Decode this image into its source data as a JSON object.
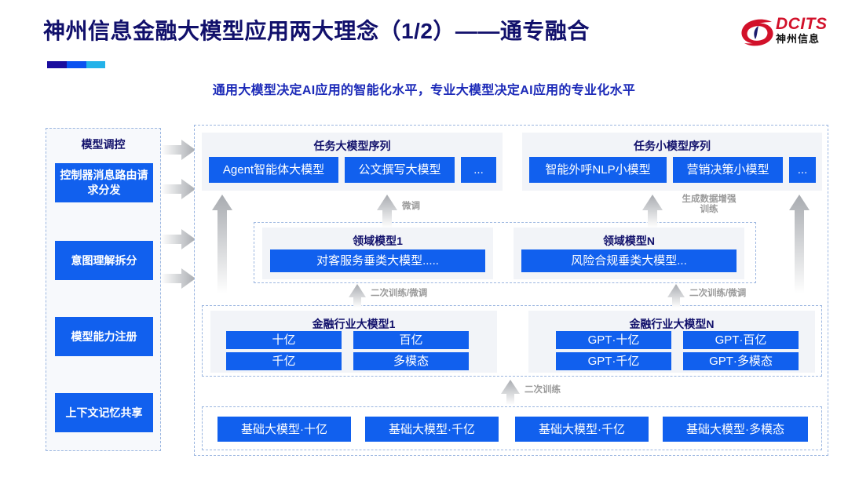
{
  "header": {
    "title": "神州信息金融大模型应用两大理念（1/2）——通专融合",
    "subtitle": "通用大模型决定AI应用的智能化水平，专业大模型决定AI应用的专业化水平",
    "accent_colors": [
      "#1a0d9e",
      "#0a52f0",
      "#23b2e9"
    ]
  },
  "logo": {
    "en": "DCITS",
    "cn": "神州信息",
    "brand_color": "#d2112a"
  },
  "sidebar": {
    "title": "模型调控",
    "items": [
      {
        "label": "控制器消息路由请求分发"
      },
      {
        "label": "意图理解拆分"
      },
      {
        "label": "模型能力注册"
      },
      {
        "label": "上下文记忆共享"
      }
    ]
  },
  "flow_arrows": {
    "sidebar_to_main_count": 4
  },
  "task_groups": [
    {
      "title": "任务大模型序列",
      "chips": [
        "Agent智能体大模型",
        "公文撰写大模型",
        "..."
      ]
    },
    {
      "title": "任务小模型序列",
      "chips": [
        "智能外呼NLP小模型",
        "营销决策小模型",
        "..."
      ]
    }
  ],
  "domain_groups": [
    {
      "title": "领域模型1",
      "chips": [
        "对客服务垂类大模型....."
      ]
    },
    {
      "title": "领域模型N",
      "chips": [
        "风险合规垂类大模型..."
      ]
    }
  ],
  "industry_groups": [
    {
      "title": "金融行业大模型1",
      "chips": [
        "十亿",
        "百亿",
        "千亿",
        "多模态"
      ]
    },
    {
      "title": "金融行业大模型N",
      "chips": [
        "GPT·十亿",
        "GPT·百亿",
        "GPT·千亿",
        "GPT·多模态"
      ]
    }
  ],
  "base_models": {
    "chips": [
      "基础大模型·十亿",
      "基础大模型·千亿",
      "基础大模型·千亿",
      "基础大模型·多模态"
    ]
  },
  "arrow_labels": {
    "fine_tune": "微调",
    "gen_data_aug": "生成数据增强\n训练",
    "gen_data_aug_line1": "生成数据增强",
    "gen_data_aug_line2": "训练",
    "retrain_finetune_left": "二次训练/微调",
    "retrain_finetune_right": "二次训练/微调",
    "retrain": "二次训练"
  },
  "colors": {
    "chip_blue": "#1160ee",
    "title_navy": "#11106b",
    "subtitle_blue": "#1c2ab8",
    "card_gray": "#f2f4f8",
    "dash_border": "#9bb6e0",
    "arrow_gray": "#b9bcc1"
  }
}
